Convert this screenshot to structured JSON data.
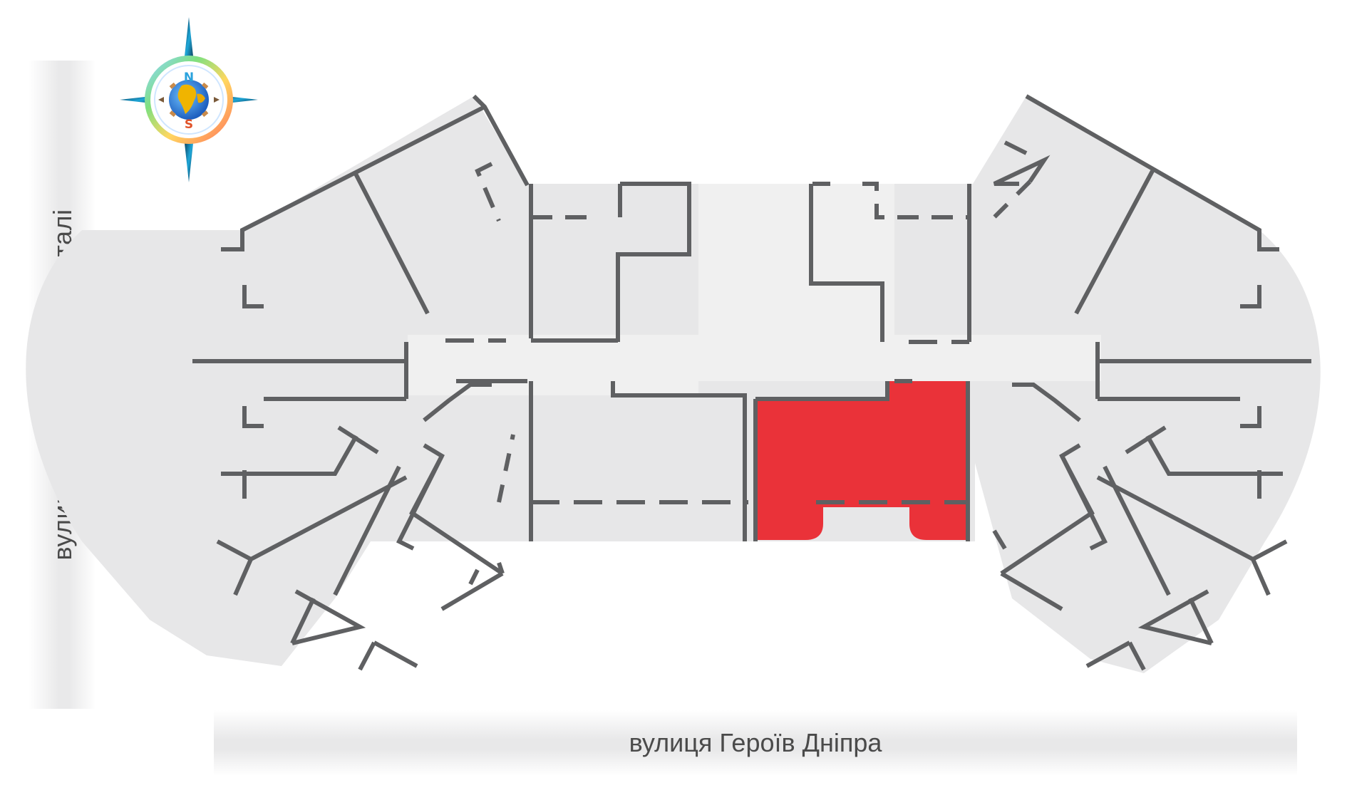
{
  "streets": {
    "vertical": "вулиця Захисників Азовсталі",
    "horizontal": "вулиця Героїв Дніпра"
  },
  "compass": {
    "north": "N",
    "south": "S",
    "icon": "compass-rose-globe-icon"
  },
  "floor_plan": {
    "highlighted_unit": "central-south-apartment",
    "colors": {
      "background": "#ffffff",
      "building": "#e7e7e8",
      "corridor": "#efefef",
      "wall": "#5f6062",
      "highlight": "#ea3239",
      "street": "#e9e9ea",
      "street_text": "#4a4a4a"
    }
  }
}
